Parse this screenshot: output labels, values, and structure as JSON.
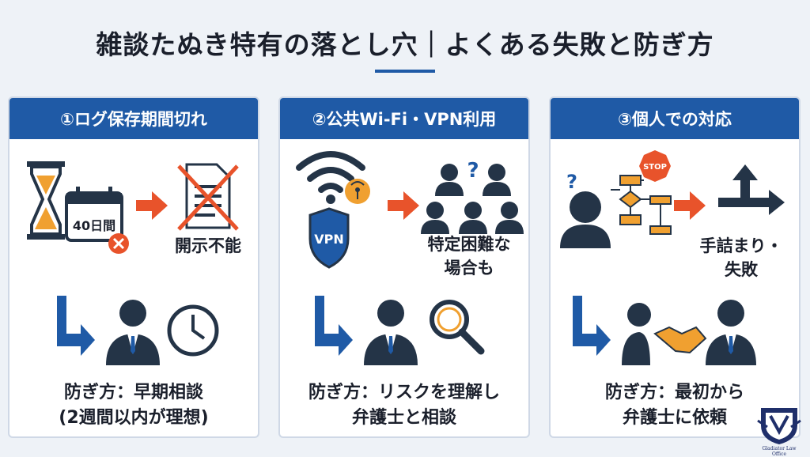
{
  "title": "雑談たぬき特有の落とし穴｜よくある失敗と防ぎ方",
  "panels": [
    {
      "header": "①ログ保存期間切れ",
      "calendar_text": "40日間",
      "result_label": "開示不能",
      "prevention_line1": "防ぎ方：早期相談",
      "prevention_line2": "(2週間以内が理想)"
    },
    {
      "header": "②公共Wi-Fi・VPN利用",
      "vpn_text": "VPN",
      "result_line1": "特定困難な",
      "result_line2": "場合も",
      "prevention_line1": "防ぎ方：リスクを理解し",
      "prevention_line2": "弁護士と相談"
    },
    {
      "header": "③個人での対応",
      "stop_text": "STOP",
      "result_line1": "手詰まり・",
      "result_line2": "失敗",
      "prevention_line1": "防ぎ方：最初から",
      "prevention_line2": "弁護士に依頼"
    }
  ],
  "logo": {
    "text": "Gladiator Law Office"
  },
  "colors": {
    "primary": "#1f5aa6",
    "accent": "#e8532b",
    "orange": "#f0a030",
    "dark": "#243447"
  }
}
